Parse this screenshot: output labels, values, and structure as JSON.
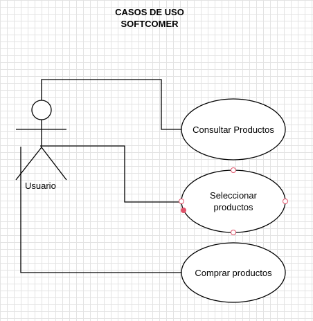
{
  "diagram": {
    "title_line1": "CASOS DE USO",
    "title_line2": "SOFTCOMER",
    "actor": {
      "label": "Usuario"
    },
    "use_cases": [
      {
        "id": "uc-consultar",
        "label": "Consultar Productos"
      },
      {
        "id": "uc-seleccionar",
        "label_line1": "Seleccionar",
        "label_line2": "productos",
        "selected": true
      },
      {
        "id": "uc-comprar",
        "label": "Comprar productos"
      }
    ],
    "colors": {
      "stroke": "#000000",
      "grid": "#e3e3e3",
      "selection_handle": "#e0536a"
    }
  }
}
